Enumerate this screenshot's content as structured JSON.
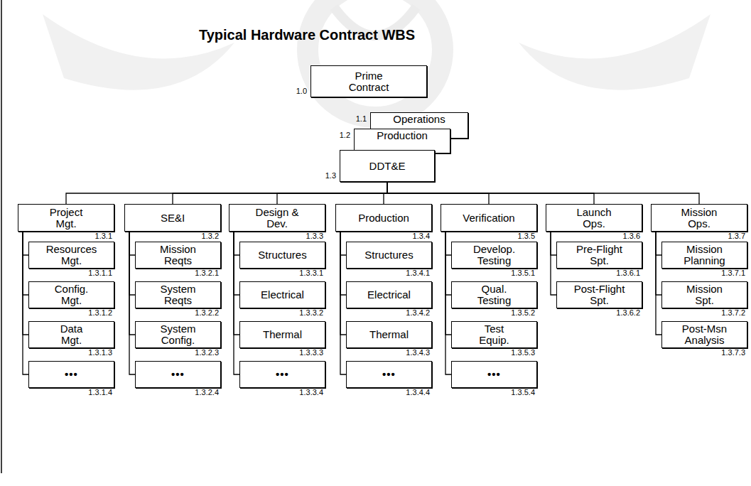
{
  "diagram": {
    "title": "Typical Hardware Contract WBS",
    "nodes": [
      {
        "text": [
          "Prime Contract",
          "1.0"
        ]
      },
      {
        "text": [
          "Operations",
          "1.1"
        ]
      },
      {
        "text": [
          "Production",
          "1.2"
        ]
      },
      {
        "text": [
          "DDT&E",
          "1.3"
        ]
      },
      {
        "text": [
          "Project Mgt.",
          "1.3.1"
        ]
      },
      {
        "text": [
          "Resources Mgt.",
          "1.3.1.1"
        ]
      },
      {
        "text": [
          "Config. Mgt.",
          "1.3.1.2"
        ]
      },
      {
        "text": [
          "Data Mgt.",
          "1.3.1.3"
        ]
      },
      {
        "text": [
          "•••",
          "1.3.1.4"
        ]
      },
      {
        "text": [
          "SE&I",
          "1.3.2"
        ]
      },
      {
        "text": [
          "Mission Reqts",
          "1.3.2.1"
        ]
      },
      {
        "text": [
          "System Reqts",
          "1.3.2.2"
        ]
      },
      {
        "text": [
          "System Config.",
          "1.3.2.3"
        ]
      },
      {
        "text": [
          "•••",
          "1.3.2.4"
        ]
      },
      {
        "text": [
          "Design & Dev.",
          "1.3.3"
        ]
      },
      {
        "text": [
          "Structures",
          "1.3.3.1"
        ]
      },
      {
        "text": [
          "Electrical",
          "1.3.3.2"
        ]
      },
      {
        "text": [
          "Thermal",
          "1.3.3.3"
        ]
      },
      {
        "text": [
          "•••",
          "1.3.3.4"
        ]
      },
      {
        "text": [
          "Production",
          "1.3.4"
        ]
      },
      {
        "text": [
          "Structures",
          "1.3.4.1"
        ]
      },
      {
        "text": [
          "Electrical",
          "1.3.4.2"
        ]
      },
      {
        "text": [
          "Thermal",
          "1.3.4.3"
        ]
      },
      {
        "text": [
          "•••",
          "1.3.4.4"
        ]
      },
      {
        "text": [
          "Verification",
          "1.3.5"
        ]
      },
      {
        "text": [
          "Develop. Testing",
          "1.3.5.1"
        ]
      },
      {
        "text": [
          "Qual. Testing",
          "1.3.5.2"
        ]
      },
      {
        "text": [
          "Test Equip.",
          "1.3.5.3"
        ]
      },
      {
        "text": [
          "•••",
          "1.3.5.4"
        ]
      },
      {
        "text": [
          "Launch Ops.",
          "1.3.6"
        ]
      },
      {
        "text": [
          "Pre-Flight Spt.",
          "1.3.6.1"
        ]
      },
      {
        "text": [
          "Post-Flight Spt.",
          "1.3.6.2"
        ]
      },
      {
        "text": [
          "Mission Ops.",
          "1.3.7"
        ]
      },
      {
        "text": [
          "Mission Planning",
          "1.3.7.1"
        ]
      },
      {
        "text": [
          "Mission Spt.",
          "1.3.7.2"
        ]
      },
      {
        "text": [
          "Post-Msn Analysis",
          "1.3.7.3"
        ]
      }
    ],
    "edges": [
      {
        "from": 3,
        "to": 4,
        "arrow": "none"
      },
      {
        "from": 3,
        "to": 9,
        "arrow": "none"
      },
      {
        "from": 3,
        "to": 14,
        "arrow": "none"
      },
      {
        "from": 3,
        "to": 19,
        "arrow": "none"
      },
      {
        "from": 3,
        "to": 24,
        "arrow": "none"
      },
      {
        "from": 3,
        "to": 29,
        "arrow": "none"
      },
      {
        "from": 3,
        "to": 32,
        "arrow": "none"
      },
      {
        "from": 4,
        "to": 5,
        "arrow": "none"
      },
      {
        "from": 4,
        "to": 6,
        "arrow": "none"
      },
      {
        "from": 4,
        "to": 7,
        "arrow": "none"
      },
      {
        "from": 4,
        "to": 8,
        "arrow": "none"
      },
      {
        "from": 9,
        "to": 10,
        "arrow": "none"
      },
      {
        "from": 9,
        "to": 11,
        "arrow": "none"
      },
      {
        "from": 9,
        "to": 12,
        "arrow": "none"
      },
      {
        "from": 9,
        "to": 13,
        "arrow": "none"
      },
      {
        "from": 14,
        "to": 15,
        "arrow": "none"
      },
      {
        "from": 14,
        "to": 16,
        "arrow": "none"
      },
      {
        "from": 14,
        "to": 17,
        "arrow": "none"
      },
      {
        "from": 14,
        "to": 18,
        "arrow": "none"
      },
      {
        "from": 19,
        "to": 20,
        "arrow": "none"
      },
      {
        "from": 19,
        "to": 21,
        "arrow": "none"
      },
      {
        "from": 19,
        "to": 22,
        "arrow": "none"
      },
      {
        "from": 19,
        "to": 23,
        "arrow": "none"
      },
      {
        "from": 24,
        "to": 25,
        "arrow": "none"
      },
      {
        "from": 24,
        "to": 26,
        "arrow": "none"
      },
      {
        "from": 24,
        "to": 27,
        "arrow": "none"
      },
      {
        "from": 24,
        "to": 28,
        "arrow": "none"
      },
      {
        "from": 29,
        "to": 30,
        "arrow": "none"
      },
      {
        "from": 29,
        "to": 31,
        "arrow": "none"
      },
      {
        "from": 32,
        "to": 33,
        "arrow": "none"
      },
      {
        "from": 32,
        "to": 34,
        "arrow": "none"
      },
      {
        "from": 32,
        "to": 35,
        "arrow": "none"
      }
    ]
  }
}
